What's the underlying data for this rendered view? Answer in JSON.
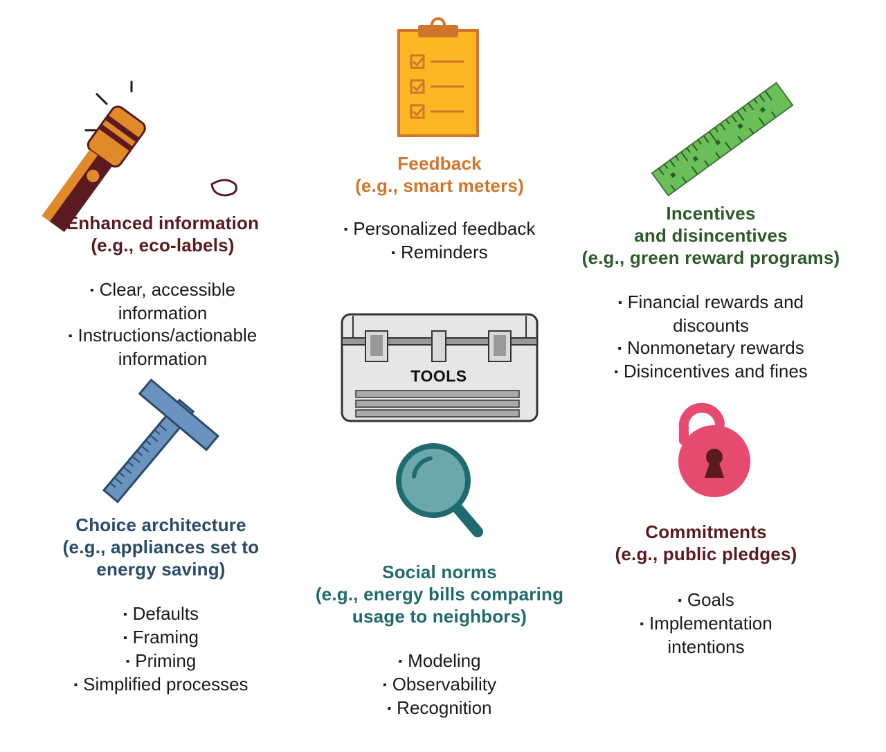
{
  "center": {
    "label": "TOOLS"
  },
  "groups": {
    "enhanced_information": {
      "title_lines": [
        "Enhanced information",
        "(e.g., eco-labels)"
      ],
      "items": [
        "Clear, accessible information",
        "Instructions/actionable information"
      ],
      "color": "#5a1a1f"
    },
    "feedback": {
      "title_lines": [
        "Feedback",
        "(e.g., smart meters)"
      ],
      "items": [
        "Personalized feedback",
        "Reminders"
      ],
      "color": "#d0762a"
    },
    "incentives": {
      "title_lines": [
        "Incentives",
        "and disincentives",
        "(e.g., green reward programs)"
      ],
      "items": [
        "Financial rewards and discounts",
        "Nonmonetary rewards",
        "Disincentives and fines"
      ],
      "color": "#2e5a2a"
    },
    "choice_architecture": {
      "title_lines": [
        "Choice architecture",
        "(e.g., appliances set to",
        "energy saving)"
      ],
      "items": [
        "Defaults",
        "Framing",
        "Priming",
        "Simplified processes"
      ],
      "color": "#2a4a6a"
    },
    "social_norms": {
      "title_lines": [
        "Social norms",
        "(e.g., energy bills comparing",
        "usage to neighbors)"
      ],
      "items": [
        "Modeling",
        "Observability",
        "Recognition"
      ],
      "color": "#1f6a6e"
    },
    "commitments": {
      "title_lines": [
        "Commitments",
        "(e.g., public pledges)"
      ],
      "items": [
        "Goals",
        "Implementation intentions"
      ],
      "color": "#5a1a1f"
    }
  },
  "icons": {
    "flashlight": "flashlight-icon",
    "clipboard": "clipboard-icon",
    "ruler": "ruler-icon",
    "toolbox": "toolbox-icon",
    "t_square": "t-square-icon",
    "magnifier": "magnifying-glass-icon",
    "padlock": "padlock-icon"
  },
  "colors": {
    "flashlight_orange": "#e08a2a",
    "flashlight_dark": "#5a1a1f",
    "clipboard_yellow": "#fbb723",
    "ruler_green": "#6bbf59",
    "t_square_blue": "#6a93bf",
    "magnifier_teal": "#2a8a8e",
    "padlock_pink": "#e64a6e",
    "toolbox_gray": "#d9d9d9"
  }
}
